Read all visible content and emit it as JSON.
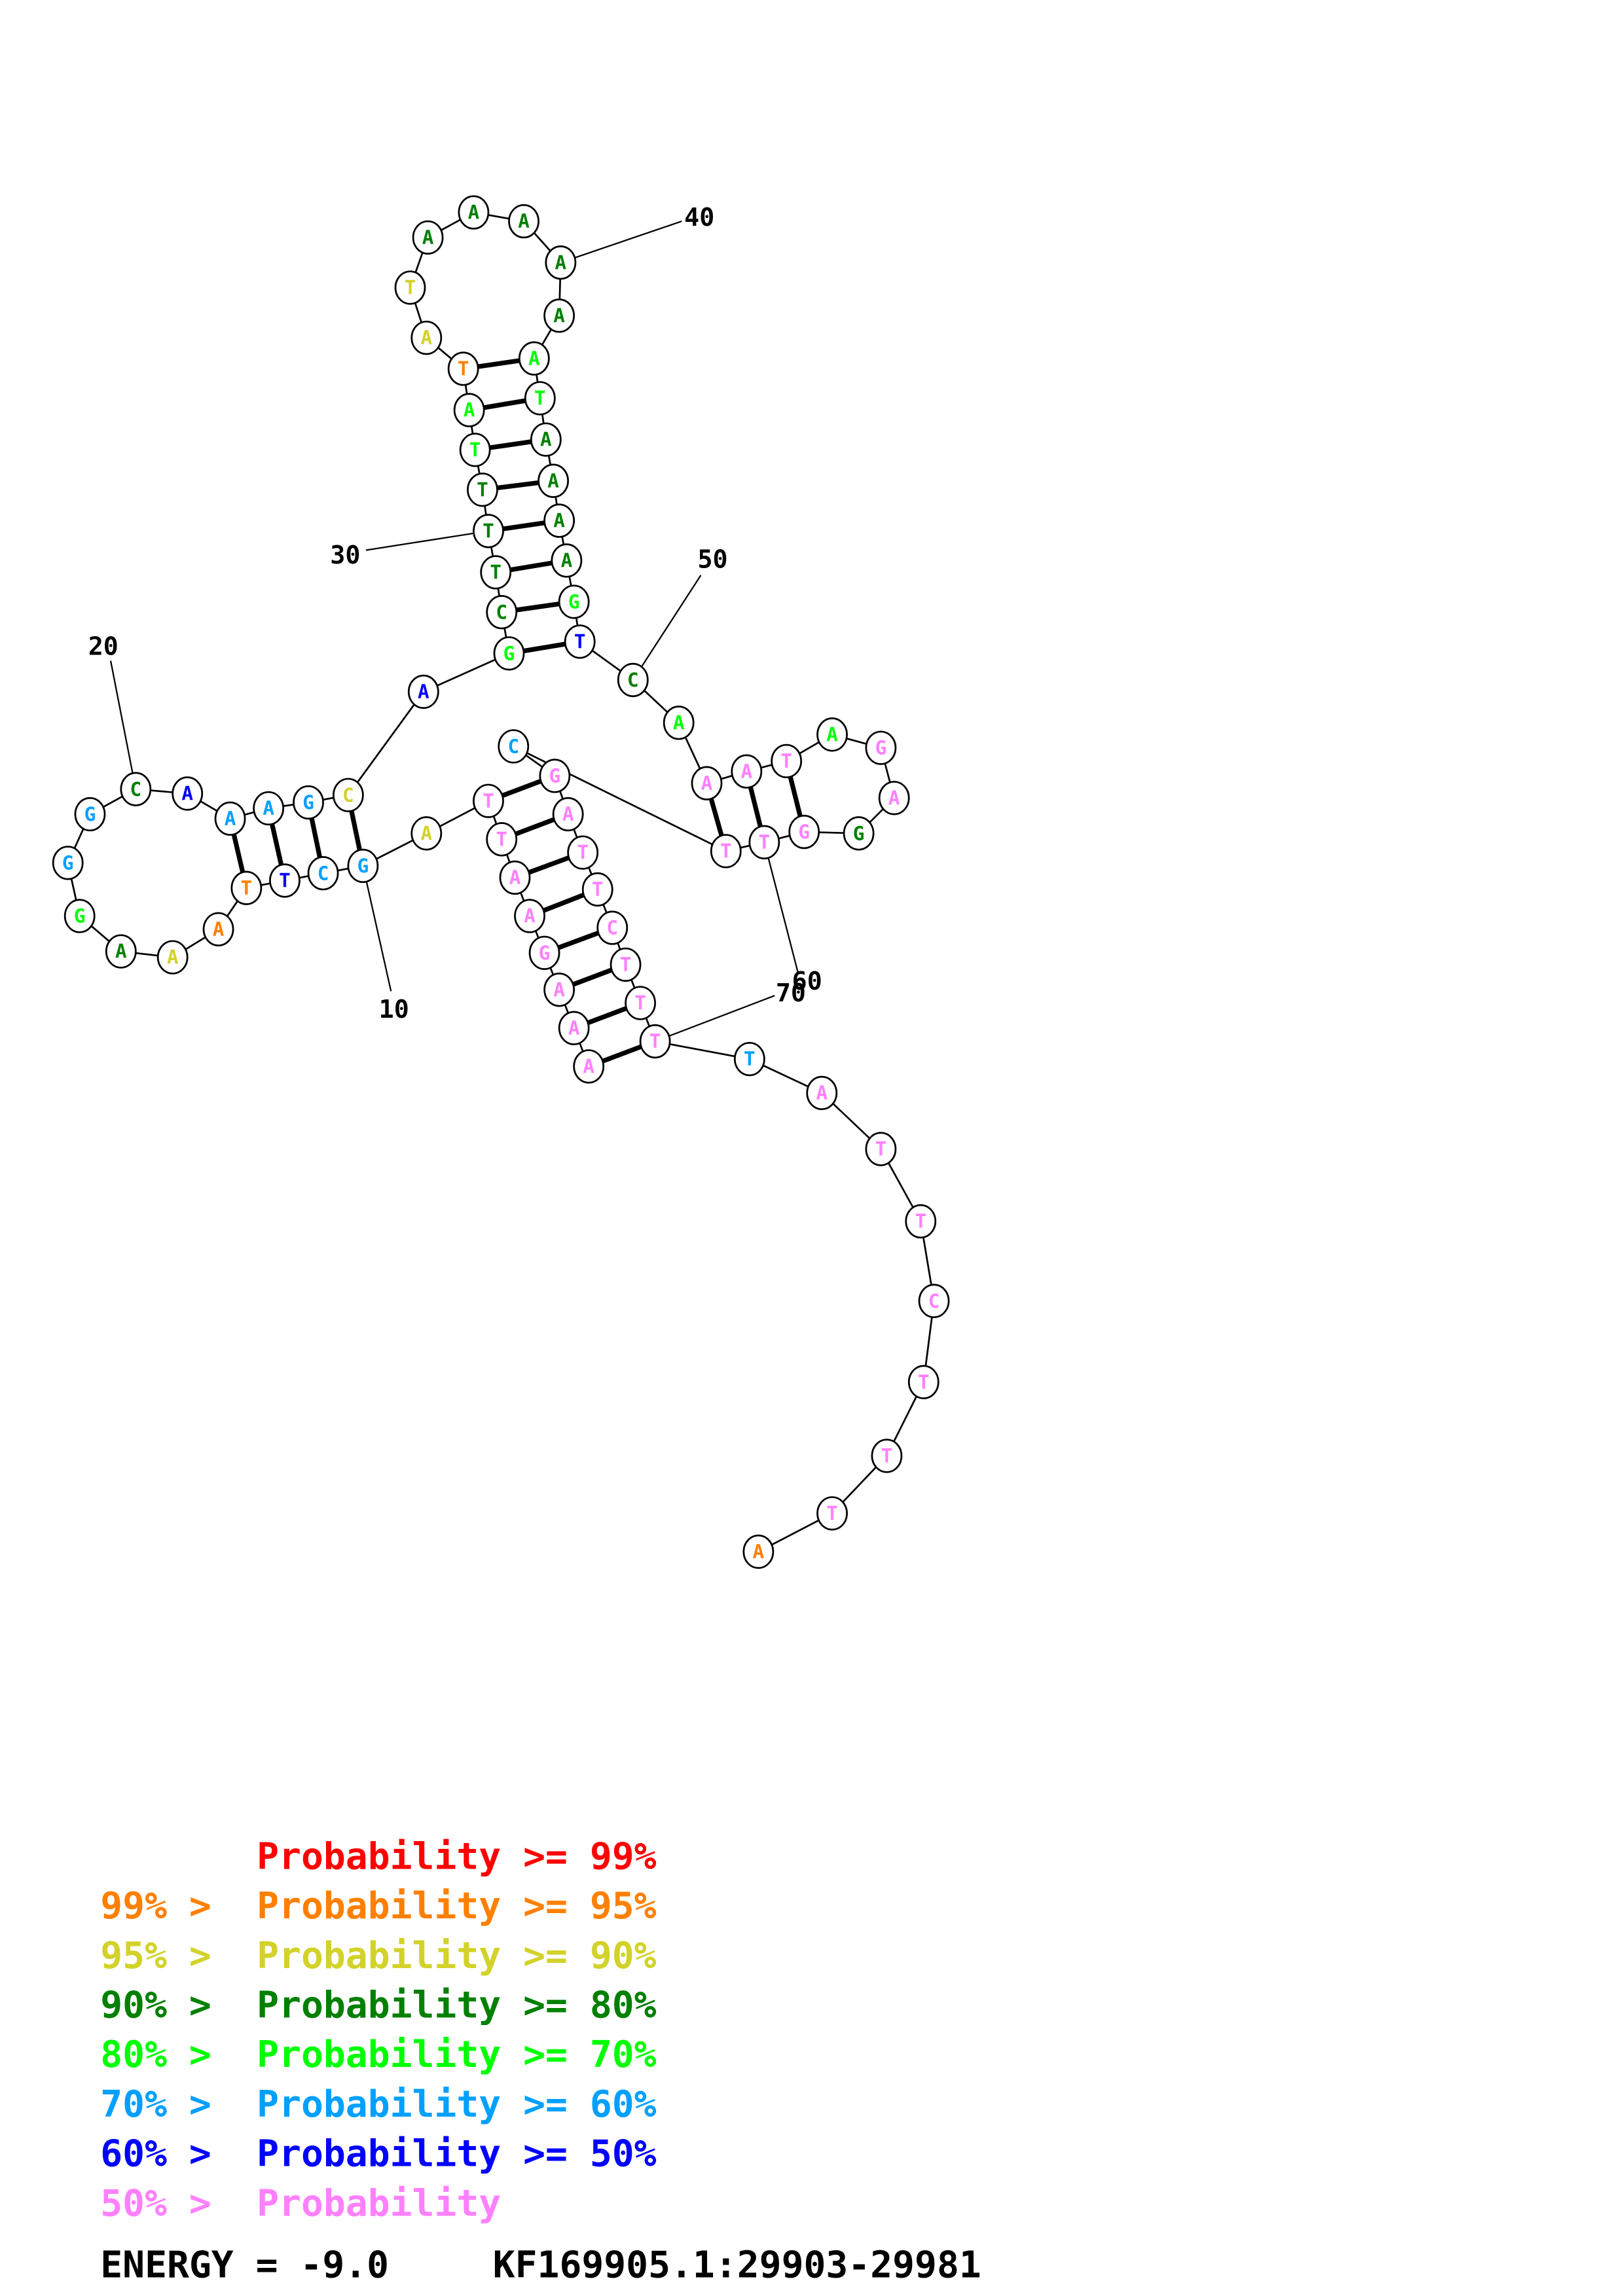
{
  "structure": {
    "sequence": "AAAGAATTAGCTTAAAGGGCAAAGCAGCTTTTATATAAAAAATAAAAGTCAAATAGAGGTTCGATTCTTTTATTCTTTA",
    "node_classes": "ppppppppyccbooydgccdbcccybgddddggoyydddddggddddgbdgpppgppdpppcppppppppcpppppppo",
    "pairs": [
      [
        1,
        70
      ],
      [
        2,
        69
      ],
      [
        3,
        68
      ],
      [
        4,
        67
      ],
      [
        5,
        66
      ],
      [
        6,
        65
      ],
      [
        7,
        64
      ],
      [
        8,
        63
      ],
      [
        10,
        25
      ],
      [
        11,
        24
      ],
      [
        12,
        23
      ],
      [
        13,
        22
      ],
      [
        27,
        49
      ],
      [
        28,
        48
      ],
      [
        29,
        47
      ],
      [
        30,
        46
      ],
      [
        31,
        45
      ],
      [
        32,
        44
      ],
      [
        33,
        43
      ],
      [
        34,
        42
      ],
      [
        52,
        61
      ],
      [
        53,
        60
      ],
      [
        54,
        59
      ]
    ],
    "position_labels": [
      "10",
      "20",
      "30",
      "40",
      "50",
      "60",
      "70"
    ]
  },
  "colors": {
    "o": "#ff8000",
    "y": "#d2d22a",
    "d": "#008000",
    "g": "#00ff00",
    "c": "#00a0ff",
    "b": "#0000ff",
    "p": "#ff80ff",
    "r": "#ff0000"
  },
  "legend": [
    {
      "prefix": "",
      "text": "Probability >= 99%",
      "color": "#ff0000"
    },
    {
      "prefix": "99% > ",
      "text": "Probability >= 95%",
      "color": "#ff8000"
    },
    {
      "prefix": "95% > ",
      "text": "Probability >= 90%",
      "color": "#d2d22a"
    },
    {
      "prefix": "90% > ",
      "text": "Probability >= 80%",
      "color": "#008000"
    },
    {
      "prefix": "80% > ",
      "text": "Probability >= 70%",
      "color": "#00ff00"
    },
    {
      "prefix": "70% > ",
      "text": "Probability >= 60%",
      "color": "#00a0ff"
    },
    {
      "prefix": "60% > ",
      "text": "Probability >= 50%",
      "color": "#0000ff"
    },
    {
      "prefix": "50% > ",
      "text": "Probability",
      "color": "#ff80ff"
    }
  ],
  "footer": {
    "energy": "ENERGY = -9.0",
    "sequence_id": "KF169905.1:29903-29981"
  }
}
